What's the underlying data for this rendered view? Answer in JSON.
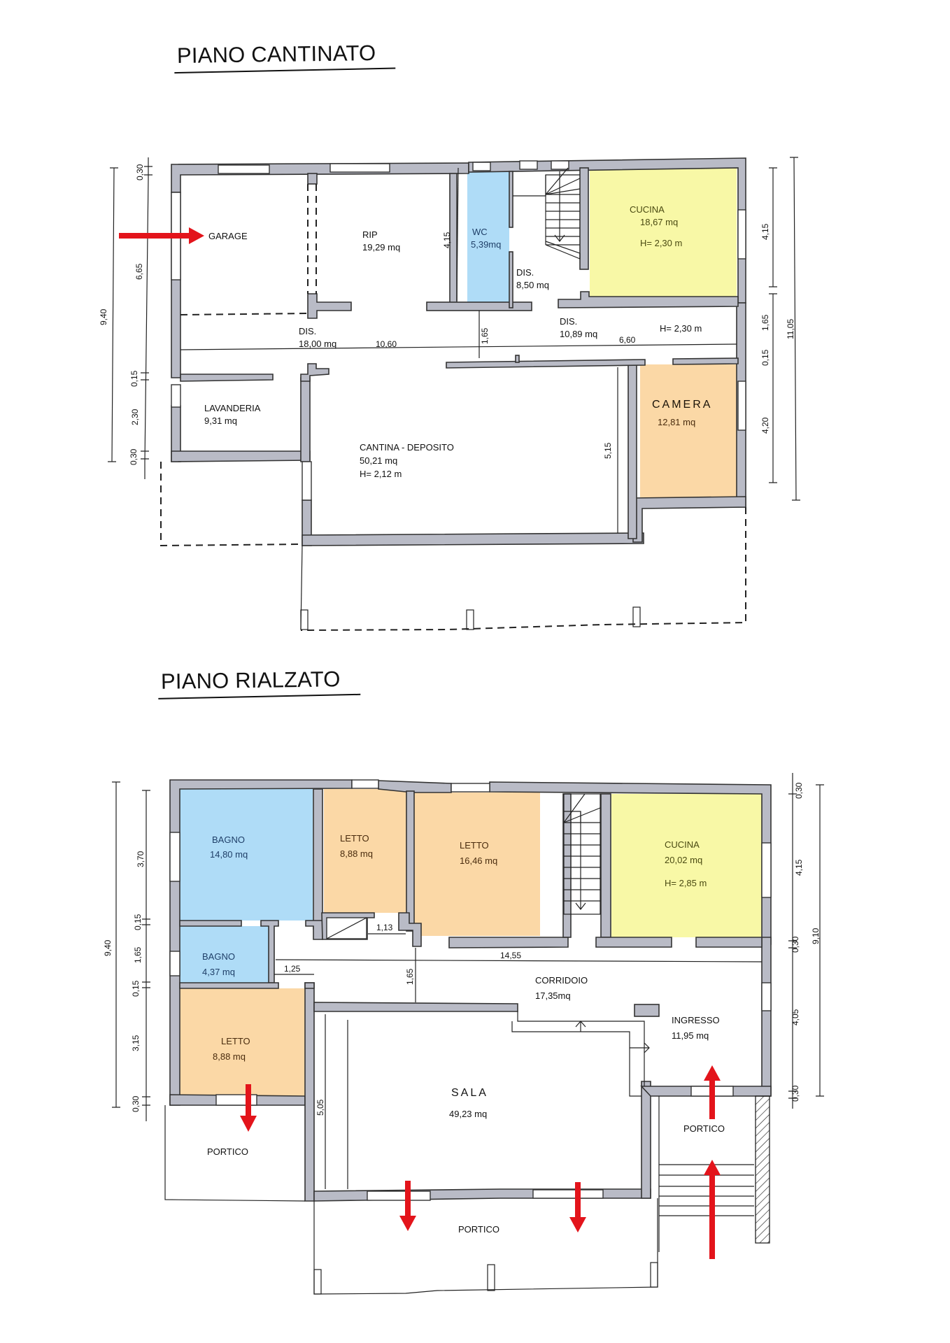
{
  "colors": {
    "wall": "#b9bbc6",
    "blue_room": "#afdcf7",
    "yellow_room": "#f8f8a6",
    "orange_room": "#fbd8a6",
    "arrow": "#e3141b"
  },
  "plan_cantinato": {
    "title": "PIANO CANTINATO",
    "rooms": {
      "garage": {
        "name": "GARAGE"
      },
      "rip": {
        "name": "RIP",
        "area": "19,29 mq"
      },
      "wc": {
        "name": "WC",
        "area": "5,39mq"
      },
      "dis_small": {
        "name": "DIS.",
        "area": "8,50 mq"
      },
      "cucina": {
        "name": "CUCINA",
        "area": "18,67 mq",
        "height": "H= 2,30 m"
      },
      "dis_left": {
        "name": "DIS.",
        "area": "18,00 mq"
      },
      "dis_right": {
        "name": "DIS.",
        "area": "10,89 mq",
        "height": "H= 2,30 m"
      },
      "lavanderia": {
        "name": "LAVANDERIA",
        "area": "9,31 mq"
      },
      "cantina": {
        "name": "CANTINA - DEPOSITO",
        "area": "50,21 mq",
        "height": "H= 2,12 m"
      },
      "camera": {
        "name": "CAMERA",
        "area": "12,81 mq"
      }
    },
    "dimensions": {
      "left_total": "9,40",
      "left_top": "0,30",
      "left_main": "6,65",
      "left_gap": "0,15",
      "left_lav": "2,30",
      "left_bottom": "0,30",
      "rip_height": "4,15",
      "corridor_width_left": "10,60",
      "corridor_width_right": "6,60",
      "corridor_height": "1,65",
      "cantina_height": "5,15",
      "right_cucina": "4,15",
      "right_corr": "1,65",
      "right_gap": "0,15",
      "right_camera": "4,20",
      "right_total": "11,05"
    }
  },
  "plan_rialzato": {
    "title": "PIANO RIALZATO",
    "rooms": {
      "bagno_big": {
        "name": "BAGNO",
        "area": "14,80 mq"
      },
      "letto_small_top": {
        "name": "LETTO",
        "area": "8,88 mq"
      },
      "letto_big": {
        "name": "LETTO",
        "area": "16,46 mq"
      },
      "cucina": {
        "name": "CUCINA",
        "area": "20,02 mq",
        "height": "H= 2,85 m"
      },
      "bagno_small": {
        "name": "BAGNO",
        "area": "4,37 mq"
      },
      "corridoio": {
        "name": "CORRIDOIO",
        "area": "17,35mq"
      },
      "letto_bottom": {
        "name": "LETTO",
        "area": "8,88 mq"
      },
      "ingresso": {
        "name": "INGRESSO",
        "area": "11,95 mq"
      },
      "sala": {
        "name": "SALA",
        "area": "49,23 mq"
      },
      "portico_left": {
        "name": "PORTICO"
      },
      "portico_right": {
        "name": "PORTICO"
      },
      "portico_bottom": {
        "name": "PORTICO"
      }
    },
    "dimensions": {
      "left_total": "9,40",
      "left_bagno": "3,70",
      "left_gap1": "0,15",
      "left_bagno_small": "1,65",
      "left_gap2": "0,15",
      "left_letto": "3,15",
      "left_bottom": "0,30",
      "closet_width": "1,13",
      "door_width": "1,25",
      "corridor_height": "1,65",
      "corridor_width": "14,55",
      "sala_height": "5,05",
      "right_top": "0,30",
      "right_cucina": "4,15",
      "right_mid": "0,30",
      "right_ingresso": "4,05",
      "right_bottom": "0,30",
      "right_total": "9,10"
    }
  }
}
